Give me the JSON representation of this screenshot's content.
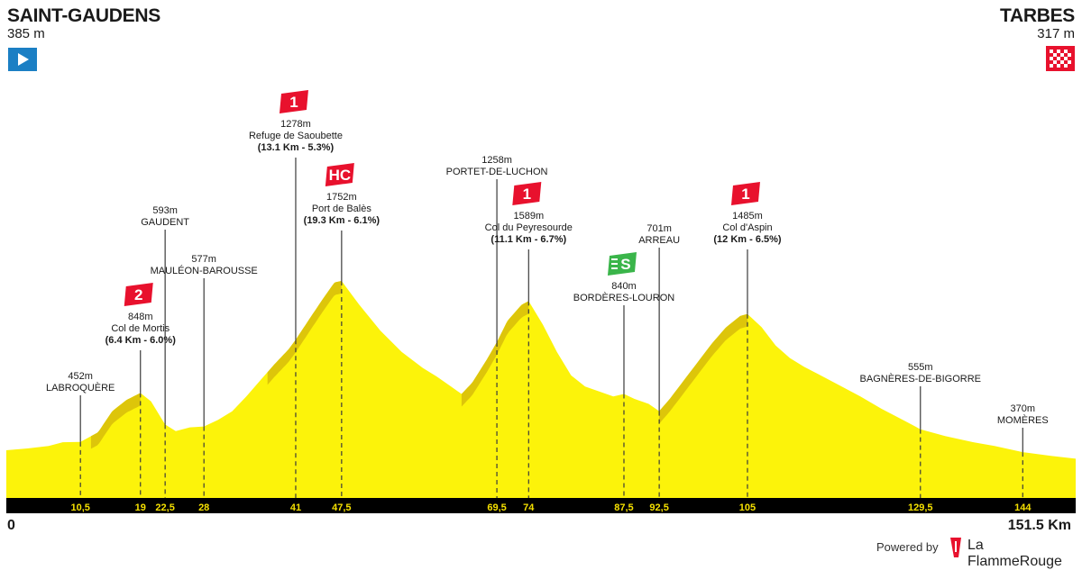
{
  "start": {
    "name": "SAINT-GAUDENS",
    "altitude": "385 m",
    "icon": "play-flag-icon"
  },
  "finish": {
    "name": "TARBES",
    "altitude": "317 m",
    "icon": "checkered-flag-icon"
  },
  "distance": {
    "start_label": "0",
    "end_label": "151.5 Km"
  },
  "footer": {
    "powered_by": "Powered by",
    "brand": "La FlammeRouge"
  },
  "colors": {
    "profile_fill": "#fcf30a",
    "climb_fill": "#ddc50a",
    "badge_red": "#e8112d",
    "sprint_green": "#3ab54a",
    "axis_bar": "#000000",
    "km_text": "#f5e000"
  },
  "chart_data": {
    "type": "area",
    "xlabel": "",
    "ylabel": "",
    "xlim": [
      0,
      151.5
    ],
    "ylim": [
      0,
      1900
    ],
    "grid": false,
    "x_ticks": [
      "10,5",
      "19",
      "22,5",
      "28",
      "41",
      "47,5",
      "69,5",
      "74",
      "87,5",
      "92,5",
      "105",
      "129,5",
      "144"
    ],
    "x": [
      0,
      3,
      6,
      8,
      10.5,
      13,
      15,
      17,
      19,
      20.5,
      22.5,
      24,
      26,
      28,
      30,
      32,
      34,
      36,
      38,
      40,
      41,
      43,
      45,
      46.5,
      47.5,
      50,
      53,
      56,
      59,
      61,
      63,
      64.5,
      66,
      68,
      69.5,
      71,
      73,
      74,
      76,
      78,
      80,
      82,
      84,
      86,
      87.5,
      89,
      91,
      92.5,
      94,
      96,
      98,
      100,
      102,
      104,
      105,
      107,
      109,
      111,
      113,
      115,
      118,
      121,
      124,
      127,
      129.5,
      133,
      137,
      140,
      144,
      148,
      151.5
    ],
    "y": [
      385,
      400,
      420,
      450,
      452,
      530,
      700,
      790,
      848,
      780,
      593,
      540,
      570,
      577,
      630,
      700,
      820,
      950,
      1080,
      1200,
      1278,
      1450,
      1620,
      1740,
      1752,
      1560,
      1350,
      1180,
      1050,
      980,
      900,
      840,
      930,
      1110,
      1258,
      1430,
      1560,
      1589,
      1400,
      1180,
      990,
      900,
      860,
      820,
      840,
      800,
      760,
      701,
      800,
      950,
      1100,
      1250,
      1380,
      1470,
      1485,
      1380,
      1230,
      1130,
      1060,
      1000,
      910,
      820,
      720,
      630,
      555,
      500,
      450,
      420,
      370,
      340,
      317
    ],
    "climbs": [
      [
        12,
        19
      ],
      [
        37,
        41
      ],
      [
        41,
        47.5
      ],
      [
        64.5,
        74
      ],
      [
        92.5,
        105
      ]
    ],
    "points": [
      {
        "km": 10.5,
        "km_label": "10,5",
        "altitude": "452m",
        "name": "LABROQUÈRE",
        "detail": ""
      },
      {
        "km": 19,
        "km_label": "19",
        "altitude": "848m",
        "name": "Col de Mortis",
        "detail": "(6.4 Km - 6.0%)",
        "category": "2"
      },
      {
        "km": 22.5,
        "km_label": "22,5",
        "altitude": "593m",
        "name": "GAUDENT",
        "detail": ""
      },
      {
        "km": 28,
        "km_label": "28",
        "altitude": "577m",
        "name": "MAULÉON-BAROUSSE",
        "detail": ""
      },
      {
        "km": 41,
        "km_label": "41",
        "altitude": "1278m",
        "name": "Refuge de Saoubette",
        "detail": "(13.1 Km - 5.3%)",
        "category": "1"
      },
      {
        "km": 47.5,
        "km_label": "47,5",
        "altitude": "1752m",
        "name": "Port de Balès",
        "detail": "(19.3 Km - 6.1%)",
        "category": "HC"
      },
      {
        "km": 69.5,
        "km_label": "69,5",
        "altitude": "1258m",
        "name": "PORTET-DE-LUCHON",
        "detail": ""
      },
      {
        "km": 74,
        "km_label": "74",
        "altitude": "1589m",
        "name": "Col du Peyresourde",
        "detail": "(11.1 Km - 6.7%)",
        "category": "1"
      },
      {
        "km": 87.5,
        "km_label": "87,5",
        "altitude": "840m",
        "name": "BORDÈRES-LOURON",
        "detail": "",
        "category": "S"
      },
      {
        "km": 92.5,
        "km_label": "92,5",
        "altitude": "701m",
        "name": "ARREAU",
        "detail": ""
      },
      {
        "km": 105,
        "km_label": "105",
        "altitude": "1485m",
        "name": "Col d'Aspin",
        "detail": "(12 Km - 6.5%)",
        "category": "1"
      },
      {
        "km": 129.5,
        "km_label": "129,5",
        "altitude": "555m",
        "name": "BAGNÈRES-DE-BIGORRE",
        "detail": ""
      },
      {
        "km": 144,
        "km_label": "144",
        "altitude": "370m",
        "name": "MOMÈRES",
        "detail": ""
      }
    ]
  }
}
